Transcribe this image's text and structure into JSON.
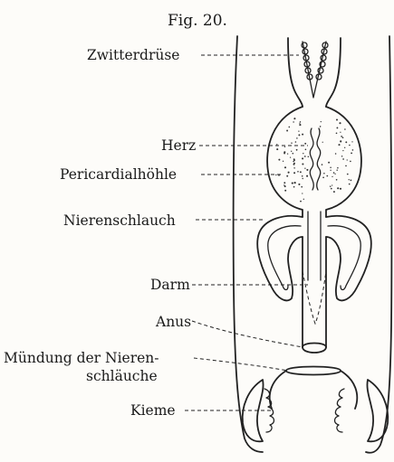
{
  "figure": {
    "title": "Fig. 20.",
    "labels": {
      "zwitterdruese": "Zwitterdrüse",
      "herz": "Herz",
      "pericardialhoehle": "Pericardialhöhle",
      "nierenschlauch": "Nierenschlauch",
      "darm": "Darm",
      "anus": "Anus",
      "muendung_line1": "Mündung der Nieren-",
      "muendung_line2": "schläuche",
      "kieme": "Kieme"
    }
  }
}
